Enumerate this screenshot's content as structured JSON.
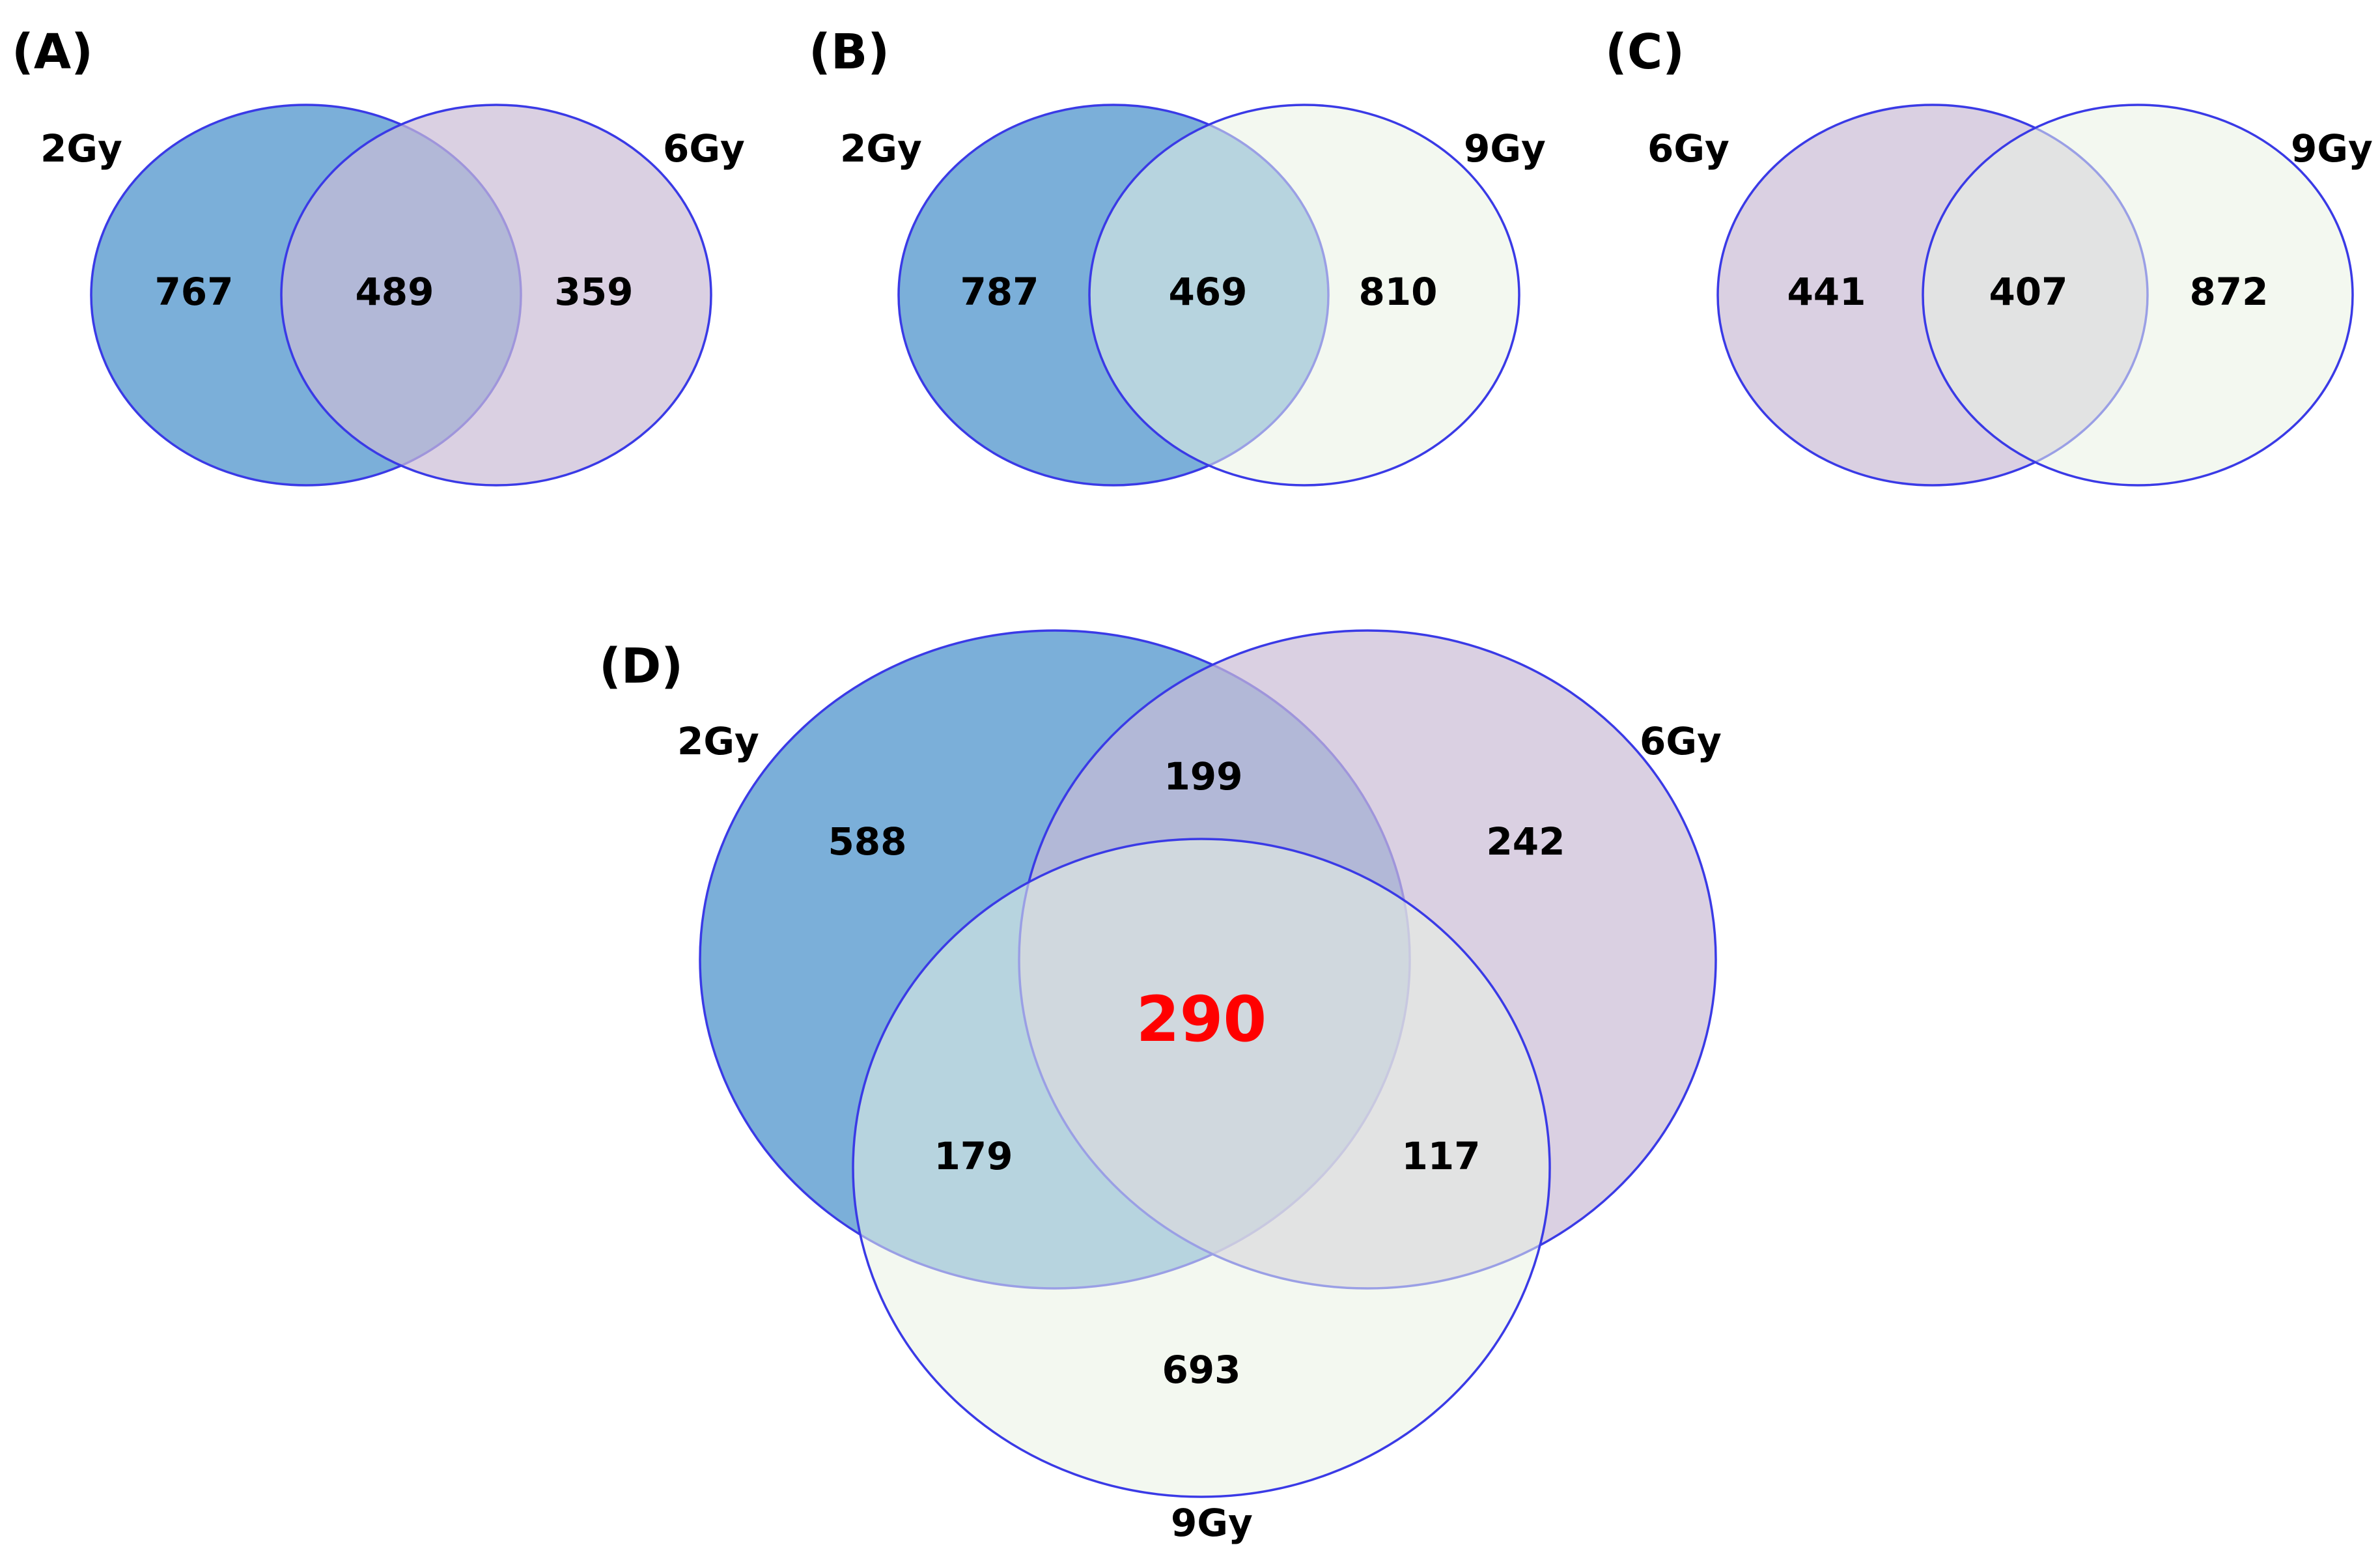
{
  "colors": {
    "set_2Gy": "#5a9bd0",
    "set_6Gy": "#cbbcd6",
    "set_9Gy": "#e9f2e3",
    "outline": "#3a3ae6",
    "highlight": "#ff0000"
  },
  "panels": {
    "A": {
      "label": "(A)",
      "set_left": "2Gy",
      "set_right": "6Gy",
      "only_left": "767",
      "both": "489",
      "only_right": "359"
    },
    "B": {
      "label": "(B)",
      "set_left": "2Gy",
      "set_right": "9Gy",
      "only_left": "787",
      "both": "469",
      "only_right": "810"
    },
    "C": {
      "label": "(C)",
      "set_left": "6Gy",
      "set_right": "9Gy",
      "only_left": "441",
      "both": "407",
      "only_right": "872"
    },
    "D": {
      "label": "(D)",
      "set_a": "2Gy",
      "set_b": "6Gy",
      "set_c": "9Gy",
      "only_a": "588",
      "a_b": "199",
      "only_b": "242",
      "a_b_c": "290",
      "a_c": "179",
      "b_c": "117",
      "only_c": "693"
    }
  }
}
